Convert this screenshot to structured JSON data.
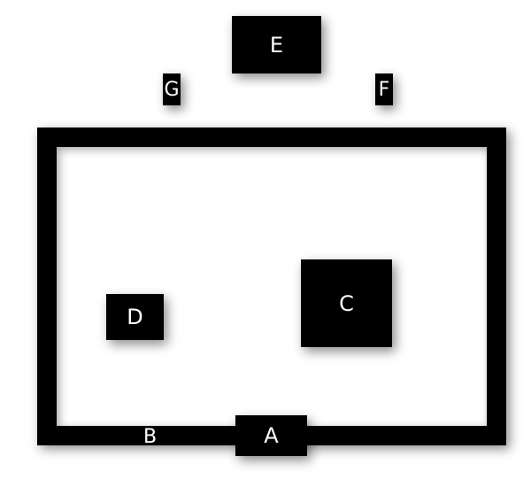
{
  "diagram": {
    "labels": {
      "a": "A",
      "b": "B",
      "c": "C",
      "d": "D",
      "e": "E",
      "f": "F",
      "g": "G"
    },
    "colors": {
      "background": "#ffffff",
      "shapes": "#000000",
      "text": "#ffffff"
    }
  }
}
